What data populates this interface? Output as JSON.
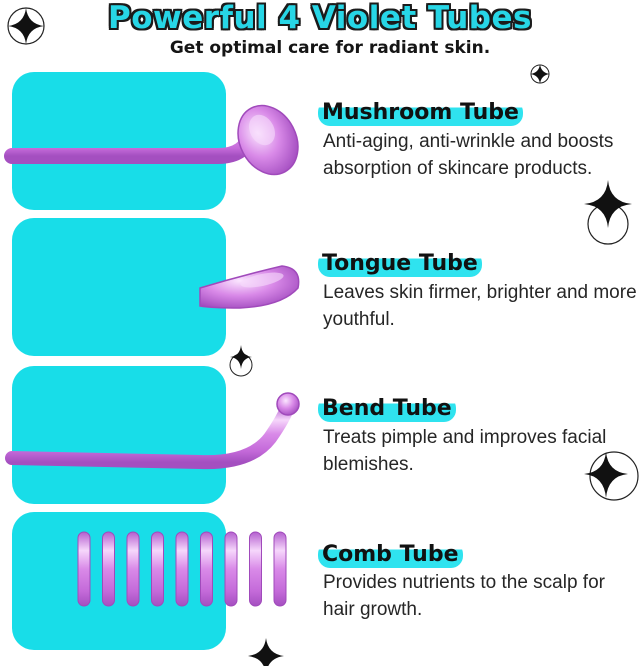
{
  "header": {
    "title": "Powerful 4 Violet Tubes",
    "subtitle": "Get optimal care for radiant skin."
  },
  "tubes": [
    {
      "name": "Mushroom Tube",
      "description": "Anti-aging, anti-wrinkle and boosts absorption of skincare products.",
      "icon": "mushroom-tube-icon"
    },
    {
      "name": "Tongue Tube",
      "description": "Leaves skin firmer, brighter and more youthful.",
      "icon": "tongue-tube-icon"
    },
    {
      "name": "Bend Tube",
      "description": "Treats pimple and improves facial blemishes.",
      "icon": "bend-tube-icon"
    },
    {
      "name": "Comb Tube",
      "description": "Provides nutrients to the scalp for hair growth.",
      "icon": "comb-tube-icon"
    }
  ],
  "colors": {
    "panel": "#18dde8",
    "title_fill": "#27d6e6",
    "tube_violet": "#d88be6",
    "label_highlight": "#2fe3ef"
  }
}
